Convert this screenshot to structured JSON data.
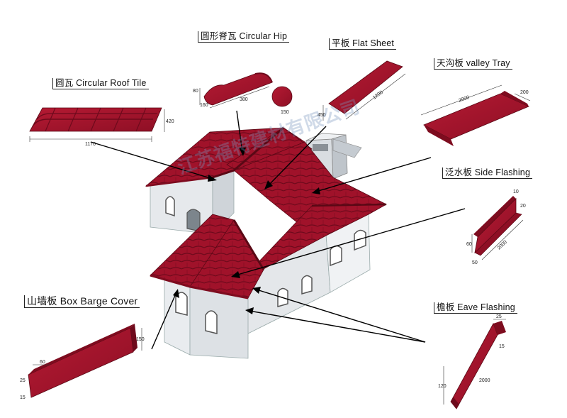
{
  "labels": {
    "circular_hip": "圆形脊瓦 Circular Hip",
    "flat_sheet": "平板  Flat Sheet",
    "valley_tray": "天沟板  valley Tray",
    "circular_roof_tile": "圆瓦   Circular Roof Tile",
    "side_flashing": "泛水板 Side Flashing",
    "box_barge_cover": "山墙板 Box Barge Cover",
    "eave_flashing": "檐板 Eave Flashing"
  },
  "dimensions": {
    "tile_width": "1170",
    "tile_height": "420",
    "hip_length": "380",
    "hip_height": "160",
    "hip_top": "80",
    "hip_end": "150",
    "flat_length": "1200",
    "flat_width": "450",
    "valley_length": "2000",
    "valley_width": "200",
    "side_top": "10",
    "side_upper": "20",
    "side_height": "60",
    "side_base": "50",
    "side_length": "2000",
    "barge_top": "60",
    "barge_left": "25",
    "barge_bottom": "15",
    "barge_height": "150",
    "eave_top": "25",
    "eave_mid": "15",
    "eave_height": "120",
    "eave_length": "2000"
  },
  "watermark": "江苏福特建材有限公司",
  "colors": {
    "roof_red": "#a0122a",
    "roof_dark": "#6e0a1c",
    "wall": "#e9ecef",
    "wall_shade": "#c8cdd3"
  }
}
